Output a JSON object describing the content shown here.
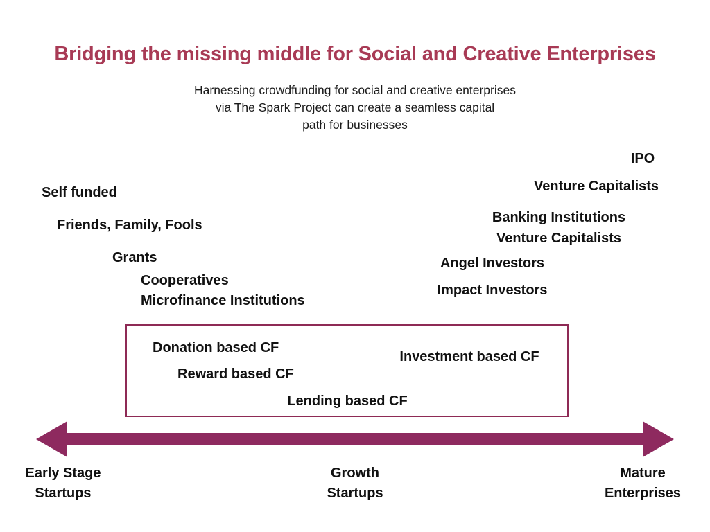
{
  "title": "Bridging the missing middle for Social and Creative Enterprises",
  "subtitle_lines": [
    "Harnessing crowdfunding for social and creative enterprises",
    "via The Spark Project can create a seamless capital",
    "path for businesses"
  ],
  "funding_sources": {
    "self_funded": "Self funded",
    "friends_family": "Friends, Family, Fools",
    "grants": "Grants",
    "cooperatives": "Cooperatives",
    "microfinance": "Microfinance Institutions",
    "ipo": "IPO",
    "venture_capitalists_top": "Venture Capitalists",
    "banking": "Banking Institutions",
    "venture_capitalists_mid": "Venture Capitalists",
    "angel": "Angel Investors",
    "impact": "Impact Investors"
  },
  "crowdfunding": {
    "donation": "Donation based CF",
    "reward": "Reward based CF",
    "lending": "Lending based CF",
    "investment": "Investment based CF"
  },
  "stages": {
    "early": [
      "Early Stage",
      "Startups"
    ],
    "growth": [
      "Growth",
      "Startups"
    ],
    "mature": [
      "Mature",
      "Enterprises"
    ]
  },
  "colors": {
    "title": "#a83a55",
    "arrow": "#8e2a5f",
    "box_border": "#8e2a55"
  }
}
